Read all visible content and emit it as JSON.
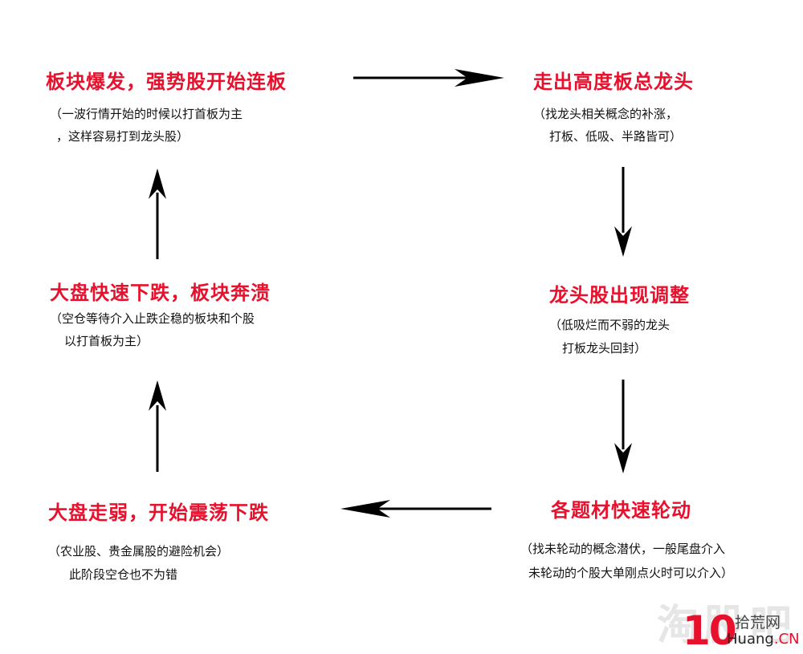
{
  "steps": {
    "top_left": {
      "title": "板块爆发，强势股开始连板",
      "note_lines": [
        "（一波行情开始的时候以打首板为主",
        "，这样容易打到龙头股）"
      ]
    },
    "top_right": {
      "title": "走出高度板总龙头",
      "note_lines": [
        "（找龙头相关概念的补涨，",
        "打板、低吸、半路皆可）"
      ]
    },
    "mid_right": {
      "title": "龙头股出现调整",
      "note_lines": [
        "（低吸烂而不弱的龙头",
        "打板龙头回封）"
      ]
    },
    "bottom_right": {
      "title": "各题材快速轮动",
      "note_lines": [
        "（找未轮动的概念潜伏，一般尾盘介入",
        "未轮动的个股大单刚点火时可以介入）"
      ]
    },
    "bottom_left": {
      "title": "大盘走弱，开始震荡下跌",
      "note_lines": [
        "（农业股、贵金属股的避险机会）",
        "此阶段空仓也不为错"
      ]
    },
    "mid_left": {
      "title": "大盘快速下跌，板块奔溃",
      "note_lines": [
        "（空仓等待介入止跌企稳的板块和个股",
        "以打首板为主）"
      ]
    }
  },
  "watermark": {
    "cn_text": "淘股吧",
    "logo_number": "10",
    "logo_cn": "拾荒网",
    "logo_en_prefix": "Huang",
    "logo_en_suffix": ".CN"
  },
  "colors": {
    "title_red": "#e8112d",
    "arrow": "#000000"
  }
}
